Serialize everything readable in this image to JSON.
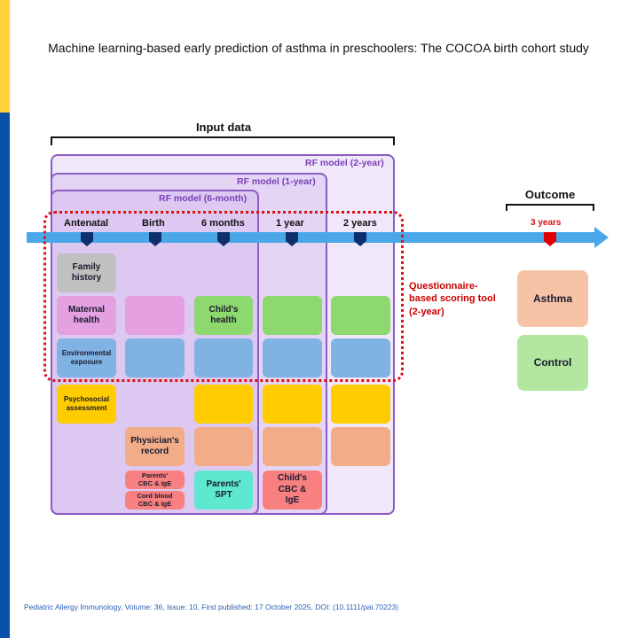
{
  "title": "Machine learning-based early prediction of asthma in preschoolers: The COCOA birth cohort study",
  "input_data_label": "Input data",
  "outcome_label": "Outcome",
  "models": {
    "m2": "RF model (2-year)",
    "m1": "RF model (1-year)",
    "m6": "RF model (6-month)"
  },
  "timeline": [
    "Antenatal",
    "Birth",
    "6 months",
    "1 year",
    "2 years"
  ],
  "outcome_time": "3 years",
  "questionnaire": [
    "Questionnaire-",
    "based scoring tool",
    "(2-year)"
  ],
  "boxes": {
    "family_history": "Family history",
    "maternal_health": "Maternal health",
    "childs_health": "Child's health",
    "environmental_exposure": "Environmental exposure",
    "psychosocial": "Psychosocial assessment",
    "physicians_record": "Physician's record",
    "parents_cbc": "Parents' CBC & IgE",
    "cord_blood": "Cord blood CBC & IgE",
    "parents_spt": "Parents' SPT",
    "childs_cbc": "Child's CBC & IgE"
  },
  "outcomes": {
    "asthma": "Asthma",
    "control": "Control"
  },
  "footer": "Pediatric Allergy Immunology, Volume: 36, Issue: 10, First published: 17 October 2025, DOI: (10.1111/pai.70223)",
  "colors": {
    "gray": "#c0c0c0",
    "pink": "#e4a0e0",
    "green": "#8ed870",
    "blue": "#80b2e4",
    "yellow": "#ffcc00",
    "salmon": "#f2ad88",
    "red": "#f98080",
    "teal": "#5ee8cf",
    "arrow": "#4aa8e8",
    "marker": "#0e2f6e",
    "purple": "#8a5cc4",
    "dotted": "#dd1111",
    "asthma": "#f6c3a6",
    "control": "#b3e7a0",
    "left_bar_blue": "#0a4fa8",
    "left_bar_yellow": "#ffd33d"
  }
}
